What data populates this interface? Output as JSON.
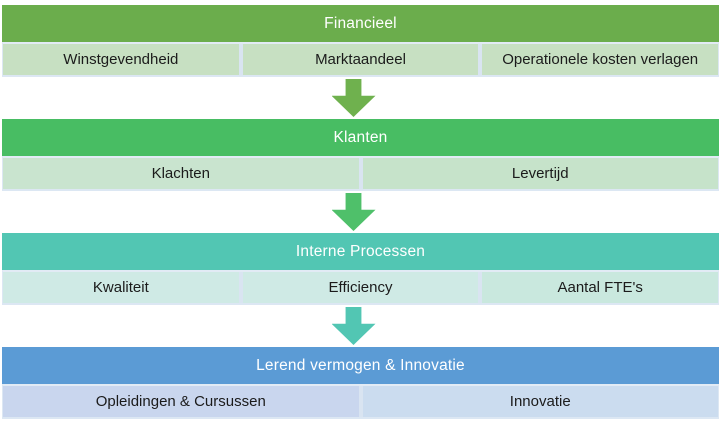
{
  "sections": [
    {
      "title": "Financieel",
      "header_color": "#6bad4c",
      "row_color": "#c7e0c2",
      "items": [
        "Winstgevendheid",
        "Marktaandeel",
        "Operationele kosten verlagen"
      ]
    },
    {
      "title": "Klanten",
      "header_color": "#48bd63",
      "row_color": "#c9e4cf",
      "items": [
        "Klachten",
        "Levertijd"
      ]
    },
    {
      "title": "Interne Processen",
      "header_color": "#52c6b3",
      "row_color": "#cfeae5",
      "items": [
        "Kwaliteit",
        "Efficiency",
        "Aantal FTE's"
      ]
    },
    {
      "title": "Lerend vermogen & Innovatie",
      "header_color": "#5b9bd5",
      "row_color": "#c9d6ee",
      "items": [
        "Opleidingen & Cursussen",
        "Innovatie"
      ]
    }
  ],
  "arrows": [
    {
      "name": "down-arrow",
      "color": "#6fb14e"
    },
    {
      "name": "down-arrow",
      "color": "#4fc06a"
    },
    {
      "name": "down-arrow",
      "color": "#52c6b3"
    }
  ]
}
